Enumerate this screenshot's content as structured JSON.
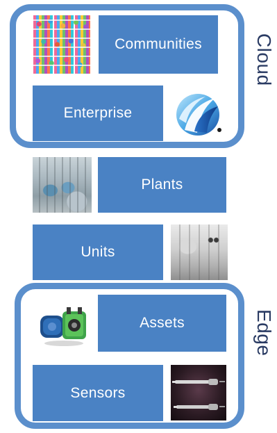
{
  "groups": {
    "cloud": {
      "label": "Cloud"
    },
    "edge": {
      "label": "Edge"
    }
  },
  "levels": [
    {
      "label": "Communities",
      "image": "people-mosaic"
    },
    {
      "label": "Enterprise",
      "image": "company-logo"
    },
    {
      "label": "Plants",
      "image": "plant-photo"
    },
    {
      "label": "Units",
      "image": "unit-photo"
    },
    {
      "label": "Assets",
      "image": "pump-photo"
    },
    {
      "label": "Sensors",
      "image": "sensor-probes-photo"
    }
  ],
  "colors": {
    "box_fill": "#4a82c4",
    "frame_stroke": "#5b8fcc",
    "box_text": "#ffffff",
    "side_label": "#2a3b63"
  }
}
